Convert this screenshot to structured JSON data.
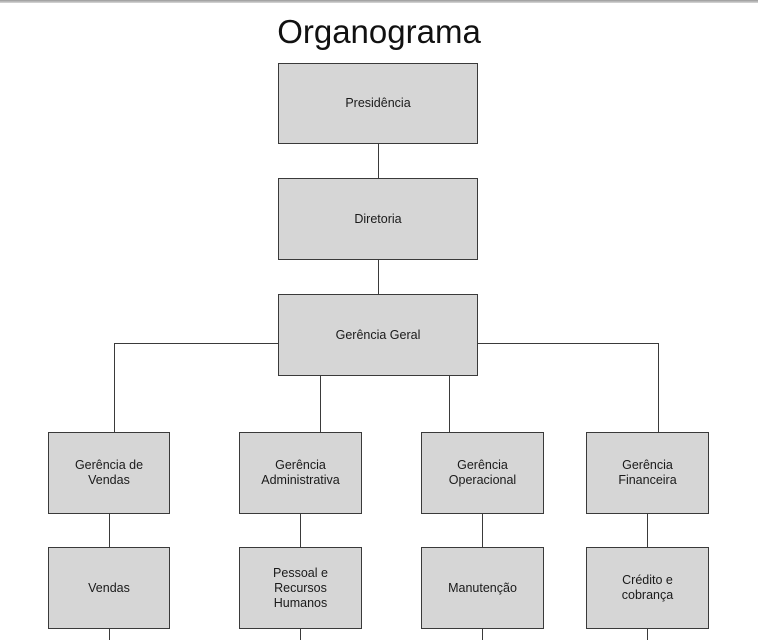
{
  "title": "Organograma",
  "nodes": {
    "presidencia": "Presidência",
    "diretoria": "Diretoria",
    "gerencia_geral": "Gerência Geral",
    "gerencia_vendas": "Gerência de\nVendas",
    "gerencia_administrativa": "Gerência\nAdministrativa",
    "gerencia_operacional": "Gerência\nOperacional",
    "gerencia_financeira": "Gerência\nFinanceira",
    "vendas": "Vendas",
    "pessoal_rh": "Pessoal e\nRecursos\nHumanos",
    "manutencao": "Manutenção",
    "credito_cobranca": "Crédito e\ncobrança"
  },
  "colors": {
    "box_fill": "#d6d6d6",
    "box_border": "#3a3a3a",
    "line": "#3a3a3a"
  }
}
